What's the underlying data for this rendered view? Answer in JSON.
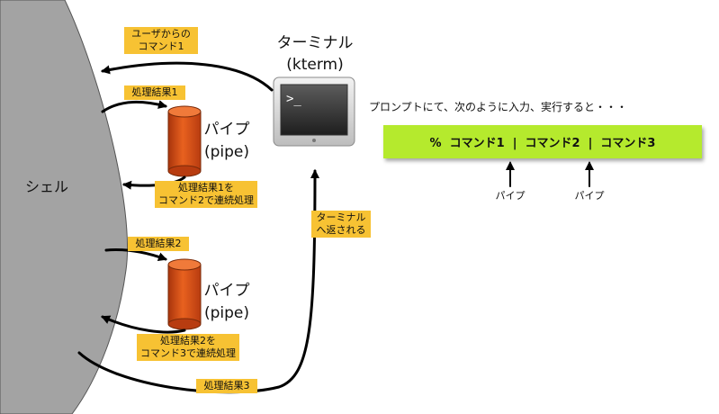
{
  "shell_label": "シェル",
  "terminal": {
    "title": "ターミナル",
    "subtitle": "(kterm)",
    "screen_prompt": ">_"
  },
  "pipes": [
    {
      "title": "パイプ",
      "subtitle": "(pipe)"
    },
    {
      "title": "パイプ",
      "subtitle": "(pipe)"
    }
  ],
  "labels": {
    "user_command_line1": "ユーザからの",
    "user_command_line2": "コマンド1",
    "result1": "処理結果1",
    "result1_to_cmd2_line1": "処理結果1を",
    "result1_to_cmd2_line2": "コマンド2で連続処理",
    "result2": "処理結果2",
    "result2_to_cmd3_line1": "処理結果2を",
    "result2_to_cmd3_line2": "コマンド3で連続処理",
    "result3": "処理結果3",
    "return_to_terminal_line1": "ターミナル",
    "return_to_terminal_line2": "へ返される"
  },
  "prompt_note": "プロンプトにて、次のように入力、実行すると・・・",
  "command_bar": {
    "text": "%  コマンド1  |  コマンド2  |  コマンド3"
  },
  "pipe_markers": [
    "パイプ",
    "パイプ"
  ],
  "colors": {
    "shell_fill": "#a3a3a3",
    "pipe_fill": "#d9501a",
    "label_bg": "#f7c233",
    "command_bar_bg": "#b5ea2d"
  }
}
